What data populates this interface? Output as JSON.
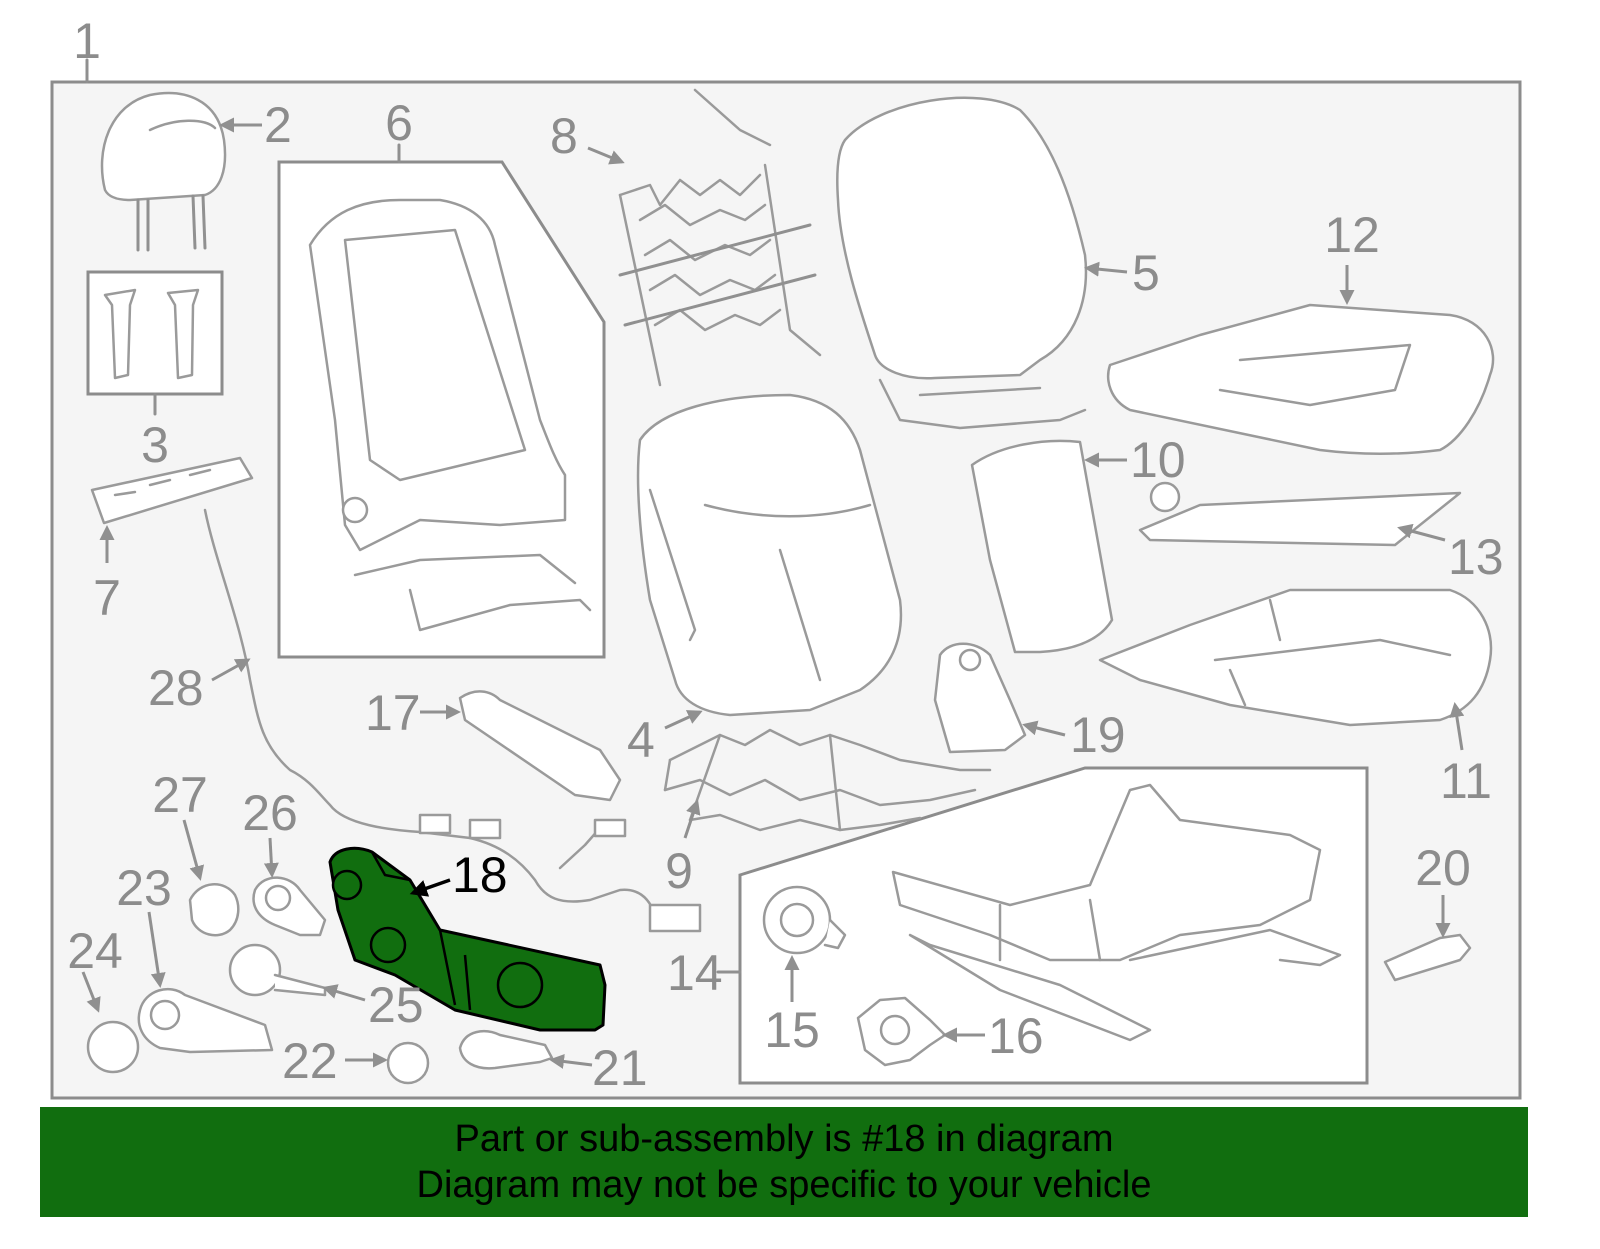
{
  "labels": {
    "l1": "1",
    "l2": "2",
    "l3": "3",
    "l4": "4",
    "l5": "5",
    "l6": "6",
    "l7": "7",
    "l8": "8",
    "l9": "9",
    "l10": "10",
    "l11": "11",
    "l12": "12",
    "l13": "13",
    "l14": "14",
    "l15": "15",
    "l16": "16",
    "l17": "17",
    "l18": "18",
    "l19": "19",
    "l20": "20",
    "l21": "21",
    "l22": "22",
    "l23": "23",
    "l24": "24",
    "l25": "25",
    "l26": "26",
    "l27": "27",
    "l28": "28"
  },
  "highlight": {
    "part_number": "18",
    "color": "#116e0f"
  },
  "banner": {
    "line1": "Part or sub-assembly is #18 in diagram",
    "line2": "Diagram may not be specific to your vehicle"
  },
  "colors": {
    "linework": "#909090",
    "panel_background": "#f5f5f5",
    "banner_background": "#116e0f"
  }
}
